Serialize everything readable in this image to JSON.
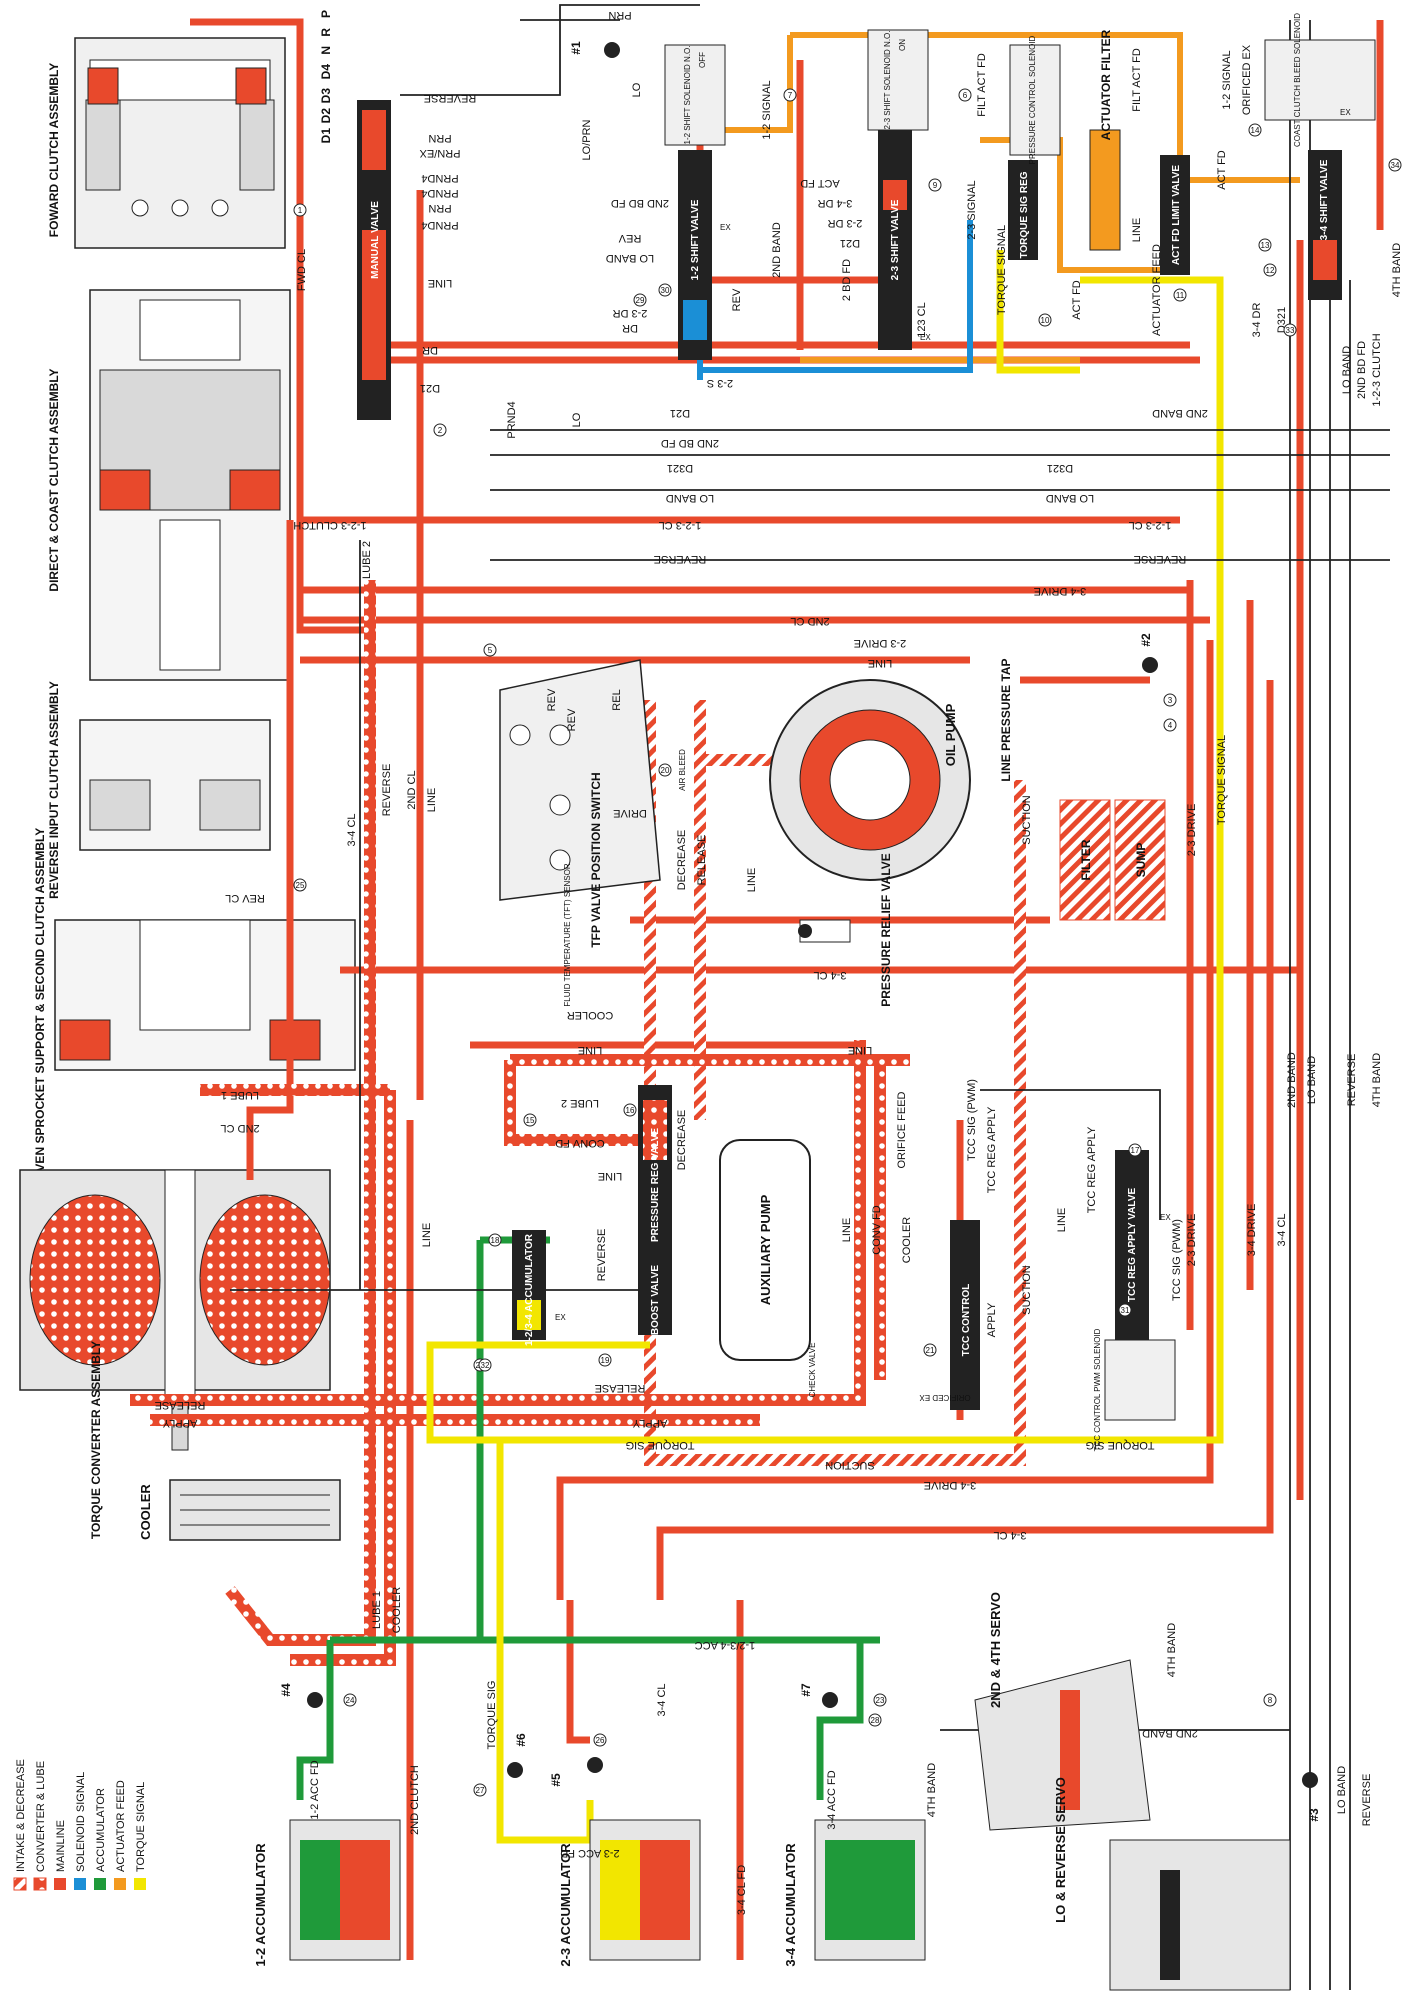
{
  "colors": {
    "mainline": "#e8492c",
    "accumulator": "#1f9a3a",
    "actuator_feed": "#f39a1f",
    "torque_signal": "#f2e600",
    "solenoid_signal": "#1b8fd6",
    "converter_lube_dot": "#ffffff",
    "intake_stripe": "#e8492c",
    "line_black": "#222222",
    "housing_gray": "#d9d9d9"
  },
  "legend": {
    "items": [
      {
        "label": "INTAKE & DECREASE",
        "style": "striped",
        "color": "#e8492c"
      },
      {
        "label": "CONVERTER & LUBE",
        "style": "dotted",
        "color": "#e8492c"
      },
      {
        "label": "MAINLINE",
        "style": "solid",
        "color": "#e8492c"
      },
      {
        "label": "SOLENOID SIGNAL",
        "style": "solid",
        "color": "#1b8fd6"
      },
      {
        "label": "ACCUMULATOR",
        "style": "solid",
        "color": "#1f9a3a"
      },
      {
        "label": "ACTUATOR FEED",
        "style": "solid",
        "color": "#f39a1f"
      },
      {
        "label": "TORQUE SIGNAL",
        "style": "solid",
        "color": "#f2e600"
      }
    ]
  },
  "assemblies": {
    "forward_clutch": "FOWARD CLUTCH ASSEMBLY",
    "direct_coast_clutch": "DIRECT & COAST CLUTCH ASSEMBLY",
    "reverse_input_clutch": "REVERSE INPUT CLUTCH ASSEMBLY",
    "driven_sprocket": "DRIVEN SPROCKET SUPPORT & SECOND CLUTCH ASSEMBLY",
    "torque_converter": "TORQUE CONVERTER ASSEMBLY",
    "cooler": "COOLER",
    "accumulator_12": "1-2 ACCUMULATOR",
    "accumulator_23": "2-3 ACCUMULATOR",
    "accumulator_34": "3-4 ACCUMULATOR",
    "servo_2nd_4th": "2ND & 4TH SERVO",
    "servo_lo_rev": "LO & REVERSE SERVO"
  },
  "valves": {
    "manual": "MANUAL VALVE",
    "shift_12": "1-2 SHIFT VALVE",
    "shift_23": "2-3 SHIFT VALVE",
    "shift_34": "3-4 SHIFT VALVE",
    "torque_sig_reg": "TORQUE SIG REG",
    "act_fd_limit": "ACT FD LIMIT VALVE",
    "pressure_reg": "PRESSURE REG VALVE",
    "boost": "BOOST VALVE",
    "tcc_control": "TCC CONTROL",
    "tcc_reg_apply": "TCC REG APPLY VALVE",
    "accumulator_1234": "1-2/3-4 ACCUMULATOR",
    "pressure_relief": "PRESSURE RELIEF VALVE"
  },
  "components": {
    "oil_pump": "OIL PUMP",
    "auxiliary_pump": "AUXILIARY PUMP",
    "filter": "FILTER",
    "sump": "SUMP",
    "line_pressure_tap": "LINE PRESSURE TAP",
    "tfp_switch": "TFP VALVE POSITION SWITCH",
    "tft_sensor": "FLUID TEMPERATURE (TFT) SENSOR",
    "actuator_filter": "ACTUATOR FILTER",
    "check_valve": "CHECK VALVE",
    "air_bleed": "AIR BLEED",
    "sol_12": "1-2 SHIFT SOLENOID N.O.",
    "sol_12_state": "OFF",
    "sol_23": "2-3 SHIFT SOLENOID N.O.",
    "sol_23_state": "ON",
    "pc_solenoid": "PRESSURE CONTROL SOLENOID",
    "coast_clutch_solenoid": "COAST CLUTCH BLEED SOLENOID",
    "tcc_pwm_solenoid": "TCC CONTROL PWM SOLENOID",
    "orificed_ex": "ORIFICED EX",
    "ex": "EX"
  },
  "checkballs": [
    "#1",
    "#2",
    "#3",
    "#4",
    "#5",
    "#6",
    "#7"
  ],
  "gear_positions": [
    "P",
    "R",
    "N",
    "D4",
    "D3",
    "D2",
    "D1"
  ],
  "passages": {
    "reverse": "REVERSE",
    "prn": "PRN",
    "prn_ex": "PRN/EX",
    "prnd4": "PRND4",
    "line": "LINE",
    "dr": "DR",
    "d21": "D21",
    "lo_prn": "LO/PRN",
    "lo": "LO",
    "rev": "REV",
    "lo_band": "LO BAND",
    "2nd_bd_fd": "2ND BD FD",
    "2_3_dr": "2-3 DR",
    "act_fd": "ACT FD",
    "sig_12": "1-2 SIGNAL",
    "sig_23": "2-3 SIGNAL",
    "filt_act_fd": "FILT ACT FD",
    "3_4_dr": "3-4 DR",
    "d321": "D321",
    "2nd_band": "2ND BAND",
    "2bd_fd": "2 BD FD",
    "123_cl": "123 CL",
    "torque_signal": "TORQUE SIGNAL",
    "actuator_feed": "ACTUATOR FEED",
    "4th_band": "4TH BAND",
    "1_2_3_clutch": "1-2-3 CLUTCH",
    "1_2_3_cl": "1-2-3 CL",
    "3_4_drive": "3-4 DRIVE",
    "2nd_cl": "2ND CL",
    "2_3_drive": "2-3 DRIVE",
    "fwd_cl": "FWD CL",
    "lube_2": "LUBE 2",
    "lube_1": "LUBE 1",
    "3_4_cl": "3-4 CL",
    "rev_cl": "REV CL",
    "suction": "SUCTION",
    "decrease": "DECREASE",
    "release": "RELEASE",
    "apply": "APPLY",
    "cooler": "COOLER",
    "conv_fd": "CONV FD",
    "orifice_feed": "ORIFICE FEED",
    "tcc_sig_pwm": "TCC SIG (PWM)",
    "tcc_reg_apply": "TCC REG APPLY",
    "torque_sig": "TORQUE SIG",
    "acc_1234": "1-2/3-4 ACC",
    "acc_12_fd": "1-2 ACC FD",
    "acc_23_fd": "2-3 ACC FD",
    "acc_34_fd": "3-4 ACC FD",
    "cl_34_fd": "3-4 CL FD",
    "2nd_clutch": "2ND CLUTCH",
    "drive": "DRIVE",
    "rel": "REL",
    "2_3_s": "2-3 S",
    "2nd_band_fd": "2ND BD FD",
    "orificed_ex": "ORIFICED EX",
    "2nd_bd_fd_r": "2ND BD FD"
  },
  "orifice_numbers": [
    "1",
    "2",
    "3",
    "4",
    "5",
    "6",
    "7",
    "8",
    "9",
    "10",
    "11",
    "12",
    "13",
    "14",
    "15",
    "16",
    "17",
    "18",
    "19",
    "20",
    "21",
    "22",
    "23",
    "24",
    "25",
    "26",
    "27",
    "28",
    "29",
    "30",
    "31",
    "32",
    "33",
    "34"
  ]
}
